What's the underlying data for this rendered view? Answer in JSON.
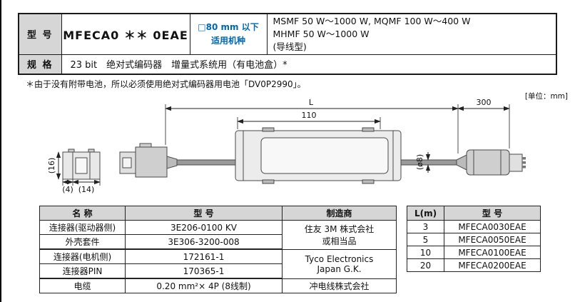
{
  "spec_table": {
    "model_label": "型 号",
    "model_value": "MFECA0 ＊＊ 0EAE",
    "applicable_line1": "□80 mm 以下",
    "applicable_line2": "适用机种",
    "models_line1": "MSMF 50 W～1000 W,  MQMF 100 W～400 W",
    "models_line2": "MHMF 50 W～1000 W",
    "models_line3": "(导线型)",
    "spec_label": "规 格",
    "spec_value": "23 bit　绝对式编码器　增量式系统用（有电池盒）*"
  },
  "note": "＊由于没有附带电池，所以必须使用绝对式编码器用电池「DV0P2990」。",
  "unit_label": "[单位：mm]",
  "drawing": {
    "dim_L": "L",
    "dim_110": "110",
    "dim_300": "300",
    "dim_16": "(16)",
    "dim_4": "(4)",
    "dim_14": "(14)",
    "dim_dia8": "(ø8)"
  },
  "parts_table": {
    "headers": [
      "名 称",
      "型 号",
      "制造商"
    ],
    "rows": [
      {
        "name": "连接器(驱动器侧)",
        "model": "3E206-0100 KV"
      },
      {
        "name": "外壳套件",
        "model": "3E306-3200-008"
      },
      {
        "name": "连接器(电机侧)",
        "model": "172161-1"
      },
      {
        "name": "连接器PIN",
        "model": "170365-1"
      },
      {
        "name": "电缆",
        "model": "0.20 mm²× 4P (8线制)"
      }
    ],
    "makers": [
      {
        "line1": "住友 3M 株式会社",
        "line2": "或相当品"
      },
      {
        "line1": "Tyco Electronics",
        "line2": "Japan G.K."
      },
      {
        "line1": "冲电线株式会社",
        "line2": ""
      }
    ]
  },
  "length_table": {
    "headers": [
      "L(m)",
      "型 号"
    ],
    "rows": [
      {
        "length": "3",
        "model": "MFECA0030EAE"
      },
      {
        "length": "5",
        "model": "MFECA0050EAE"
      },
      {
        "length": "10",
        "model": "MFECA0100EAE"
      },
      {
        "length": "20",
        "model": "MFECA0200EAE"
      }
    ]
  },
  "colors": {
    "accent_blue": "#0068b7",
    "header_gray": "#d6d6d6"
  }
}
